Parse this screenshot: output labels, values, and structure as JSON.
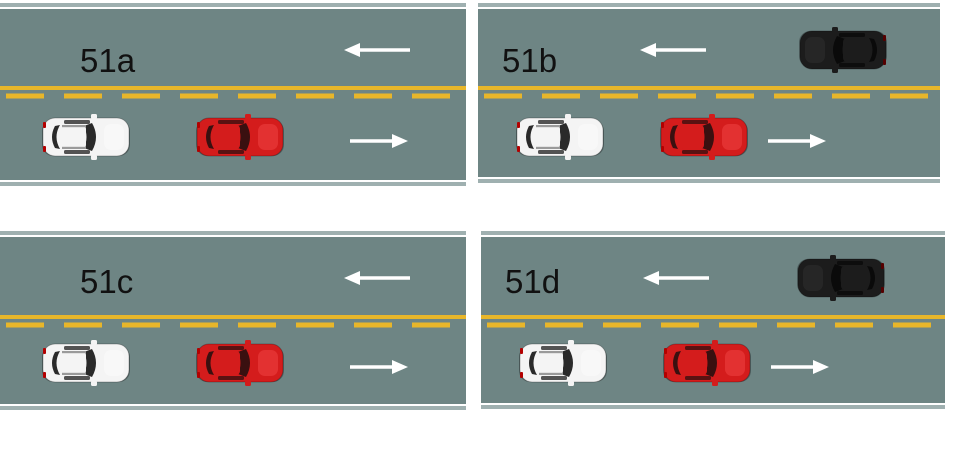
{
  "panels": [
    {
      "label": "51a",
      "black_car": false,
      "center_line": "double-yellow-dashed-top"
    },
    {
      "label": "51b",
      "black_car": true,
      "center_line": "double-yellow-dashed-bottom"
    },
    {
      "label": "51c",
      "black_car": false,
      "center_line": "double-yellow-dashed-top"
    },
    {
      "label": "51d",
      "black_car": true,
      "center_line": "double-yellow-dashed-bottom"
    }
  ],
  "colors": {
    "road": "#6e8584",
    "edge_line": "#ffffff",
    "center_line": "#e8b62a",
    "white_car": "#f4f4f4",
    "red_car": "#d41c1c",
    "black_car": "#1c1c1c",
    "arrow": "#ffffff"
  }
}
